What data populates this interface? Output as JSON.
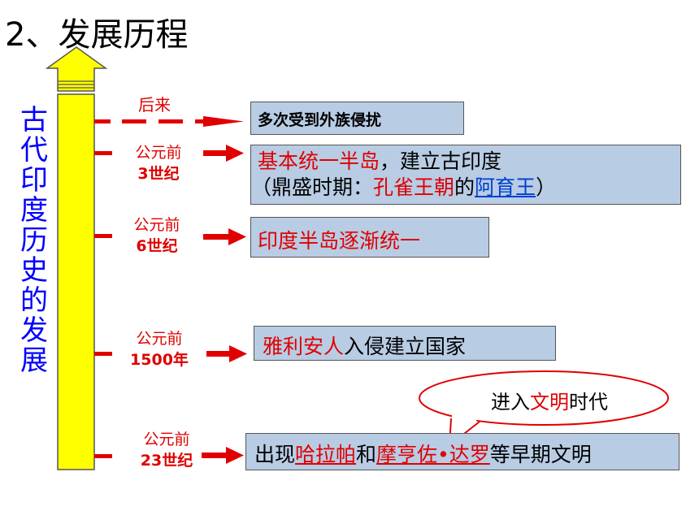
{
  "title": "2、发展历程",
  "axis_label": [
    "古",
    "代",
    "印",
    "度",
    "历",
    "史",
    "的",
    "发",
    "展"
  ],
  "colors": {
    "axis_fill": "#ffff00",
    "accent_red": "#e00000",
    "box_fill": "#b8cce4",
    "label_blue": "#0000ff",
    "link_blue": "#0040d0"
  },
  "timeline": {
    "later": {
      "era": "后来",
      "text": "多次受到外族侵扰"
    },
    "bc3": {
      "era_line1": "公元前",
      "era_line2": "3世纪",
      "line1": "基本统一半岛",
      "line1_tail": "，建立古印度",
      "line2_a": "（鼎盛时期：",
      "line2_b": "孔雀王朝",
      "line2_c": "的",
      "line2_d": "阿育王",
      "line2_e": "）"
    },
    "bc6": {
      "era_line1": "公元前",
      "era_line2": "6世纪",
      "text": "印度半岛逐渐统一"
    },
    "bc1500": {
      "era_line1": "公元前",
      "era_line2": "1500年",
      "text_a": "雅利安人",
      "text_b": "入侵建立国家"
    },
    "bc23": {
      "era_line1": "公元前",
      "era_line2": "23世纪",
      "text_a": "出现",
      "text_b": "哈拉帕",
      "text_c": "和",
      "text_d": "摩亨佐•达罗",
      "text_e": "等早期文明"
    }
  },
  "callout": {
    "a": "进入",
    "b": "文明",
    "c": "时代"
  }
}
